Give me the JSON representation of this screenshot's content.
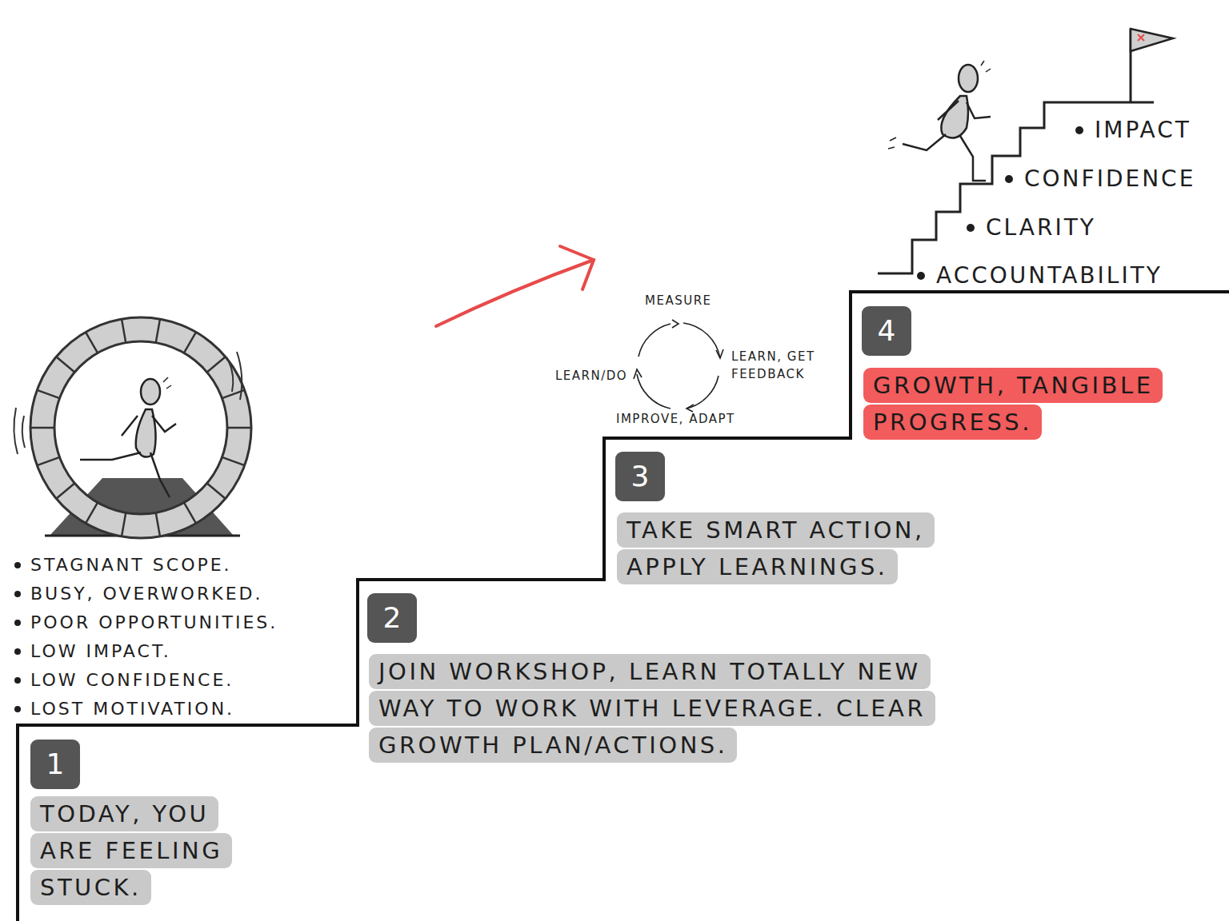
{
  "diagram": {
    "nodes": [
      {
        "text": [
          "1"
        ]
      },
      {
        "text": [
          "TODAY, YOU ARE FEELING STUCK."
        ]
      },
      {
        "text": [
          "2"
        ]
      },
      {
        "text": [
          "JOIN WORKSHOP, LEARN TOTALLY NEW WAY TO WORK WITH LEVERAGE. CLEAR GROWTH PLAN/ACTIONS."
        ]
      },
      {
        "text": [
          "3"
        ]
      },
      {
        "text": [
          "TAKE SMART ACTION, APPLY LEARNINGS."
        ]
      },
      {
        "text": [
          "4"
        ]
      },
      {
        "text": [
          "GROWTH, TANGIBLE PROGRESS."
        ]
      }
    ],
    "labels": [
      "STAGNANT SCOPE.",
      "BUSY, OVERWORKED.",
      "POOR OPPORTUNITIES.",
      "LOW IMPACT.",
      "LOW CONFIDENCE.",
      "LOST MOTIVATION.",
      "MEASURE",
      "LEARN, GET FEEDBACK",
      "IMPROVE, ADAPT",
      "LEARN/DO",
      "IMPACT",
      "CONFIDENCE",
      "CLARITY",
      "ACCOUNTABILITY"
    ]
  }
}
